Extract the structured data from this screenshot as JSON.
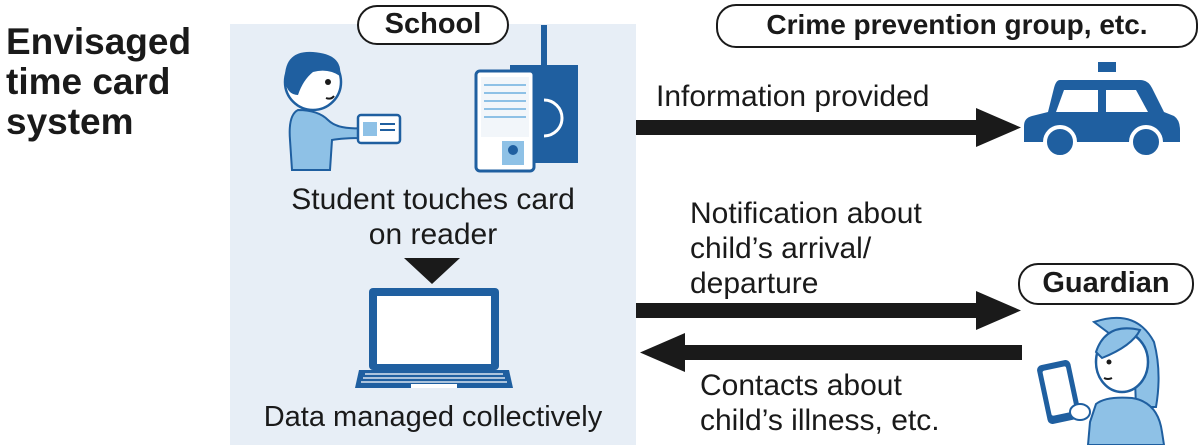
{
  "title": "Envisaged\ntime card\nsystem",
  "nodes": {
    "school": "School",
    "crime_group": "Crime prevention group, etc.",
    "guardian": "Guardian"
  },
  "labels": {
    "card_touch": "Student touches card\non reader",
    "data_managed": "Data managed collectively",
    "info_provided": "Information provided",
    "notification": "Notification about\nchild’s arrival/\ndeparture",
    "contacts": "Contacts about\nchild’s illness, etc."
  },
  "colors": {
    "school_bg": "#e7eef6",
    "accent_blue": "#1f5fa0",
    "light_blue": "#8ec1e6",
    "arrow": "#1a1a1a"
  },
  "icons": [
    "student-icon",
    "card-reader-icon",
    "laptop-icon",
    "police-car-icon",
    "guardian-icon"
  ]
}
